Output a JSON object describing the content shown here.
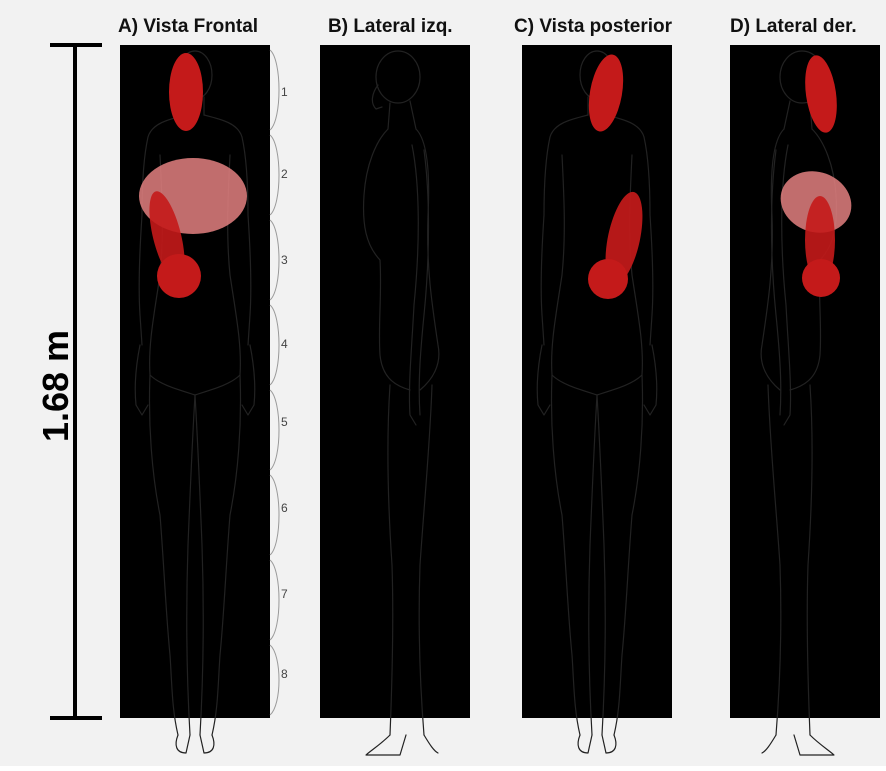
{
  "figure": {
    "height_label": "1.68 m",
    "panels": [
      {
        "id": "A",
        "title": "A) Vista Frontal"
      },
      {
        "id": "B",
        "title": "B) Lateral izq."
      },
      {
        "id": "C",
        "title": "C) Vista posterior"
      },
      {
        "id": "D",
        "title": "D) Lateral der."
      }
    ],
    "segments": [
      "1",
      "2",
      "3",
      "4",
      "5",
      "6",
      "7",
      "8"
    ],
    "colors": {
      "background": "#f2f2f2",
      "pain_strong": "#c41a1a",
      "pain_light": "#e38080",
      "grid": "#9a9a9a",
      "outline": "#222222"
    }
  }
}
